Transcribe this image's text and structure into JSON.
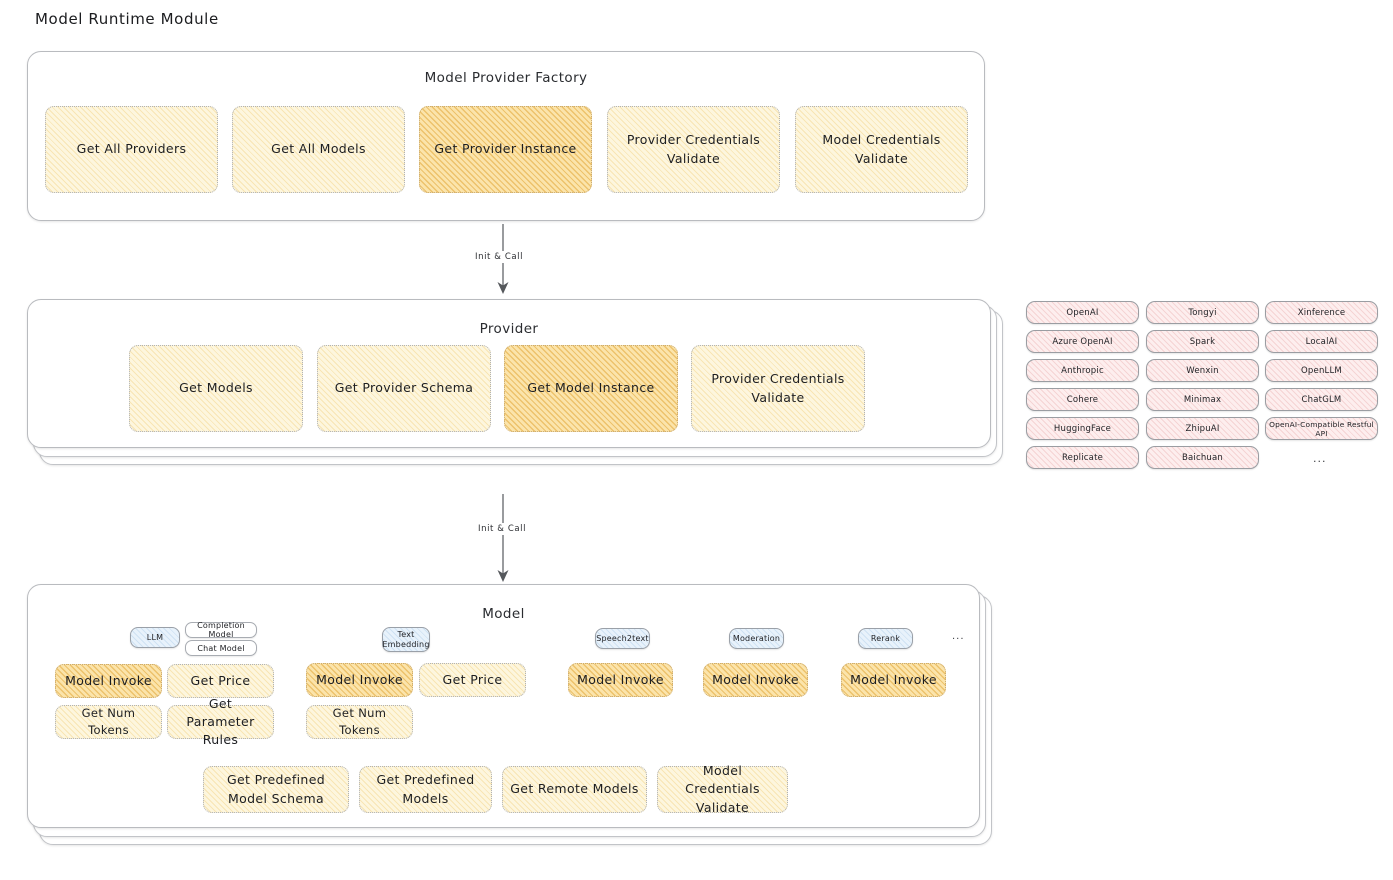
{
  "page": {
    "title": "Model Runtime Module"
  },
  "factory": {
    "title": "Model Provider Factory",
    "items": [
      {
        "label": "Get All Providers",
        "highlight": false
      },
      {
        "label": "Get All Models",
        "highlight": false
      },
      {
        "label": "Get Provider Instance",
        "highlight": true
      },
      {
        "label": "Provider Credentials Validate",
        "highlight": false
      },
      {
        "label": "Model Credentials Validate",
        "highlight": false
      }
    ]
  },
  "arrows": [
    {
      "label": "Init & Call"
    },
    {
      "label": "Init & Call"
    }
  ],
  "provider": {
    "title": "Provider",
    "items": [
      {
        "label": "Get Models",
        "highlight": false
      },
      {
        "label": "Get Provider Schema",
        "highlight": false
      },
      {
        "label": "Get Model Instance",
        "highlight": true
      },
      {
        "label": "Provider Credentials Validate",
        "highlight": false
      }
    ]
  },
  "provider_list": {
    "columns": [
      {
        "chips": [
          "OpenAI",
          "Azure OpenAI",
          "Anthropic",
          "Cohere",
          "HuggingFace",
          "Replicate"
        ]
      },
      {
        "chips": [
          "Tongyi",
          "Spark",
          "Wenxin",
          "Minimax",
          "ZhipuAI",
          "Baichuan"
        ]
      },
      {
        "chips": [
          "Xinference",
          "LocalAI",
          "OpenLLM",
          "ChatGLM",
          "OpenAI-Compatible Restful API"
        ]
      }
    ],
    "more": "..."
  },
  "model": {
    "title": "Model",
    "more": "...",
    "types": [
      {
        "name": "LLM",
        "sub_chips": [
          "Completion Model",
          "Chat Model"
        ],
        "ops": [
          {
            "label": "Model Invoke",
            "highlight": true
          },
          {
            "label": "Get Price",
            "highlight": false
          },
          {
            "label": "Get Num Tokens",
            "highlight": false
          },
          {
            "label": "Get Parameter Rules",
            "highlight": false
          }
        ]
      },
      {
        "name": "Text Embedding",
        "sub_chips": [],
        "ops": [
          {
            "label": "Model Invoke",
            "highlight": true
          },
          {
            "label": "Get Price",
            "highlight": false
          },
          {
            "label": "Get Num Tokens",
            "highlight": false
          }
        ]
      },
      {
        "name": "Speech2text",
        "sub_chips": [],
        "ops": [
          {
            "label": "Model Invoke",
            "highlight": true
          }
        ]
      },
      {
        "name": "Moderation",
        "sub_chips": [],
        "ops": [
          {
            "label": "Model Invoke",
            "highlight": true
          }
        ]
      },
      {
        "name": "Rerank",
        "sub_chips": [],
        "ops": [
          {
            "label": "Model Invoke",
            "highlight": true
          }
        ]
      }
    ],
    "common_ops": [
      {
        "label": "Get Predefined Model Schema"
      },
      {
        "label": "Get Predefined Models"
      },
      {
        "label": "Get Remote Models"
      },
      {
        "label": "Model Credentials Validate"
      }
    ]
  },
  "colors": {
    "pale_yellow": "#fdf6de",
    "strong_yellow": "#fbe4ab",
    "pink_chip": "#fdeeee",
    "blue_chip": "#e8f2fb",
    "panel_border": "#b9bbbf"
  }
}
